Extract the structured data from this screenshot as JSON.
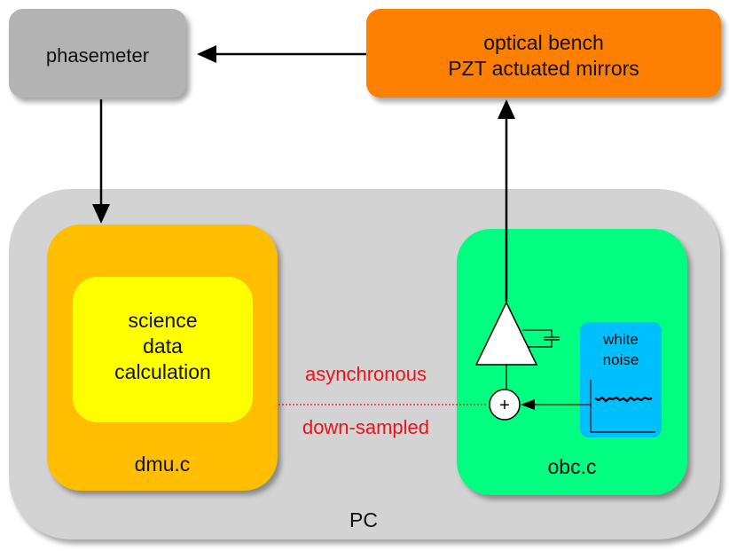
{
  "nodes": {
    "phasemeter": "phasemeter",
    "optical_bench_line1": "optical bench",
    "optical_bench_line2": "PZT actuated mirrors",
    "pc": "PC",
    "dmu": "dmu.c",
    "obc": "obc.c",
    "science_line1": "science",
    "science_line2": "data",
    "science_line3": "calculation",
    "white_noise_line1": "white",
    "white_noise_line2": "noise",
    "sum_symbol": "+"
  },
  "link_labels": {
    "top": "asynchronous",
    "bottom": "down-sampled"
  },
  "colors": {
    "phasemeter": "#b3b3b3",
    "optical_bench": "#ff7f00",
    "pc": "#d3d3d3",
    "dmu": "#ffbf00",
    "science": "#ffff00",
    "obc": "#00ff80",
    "white_noise": "#00bfff",
    "link_label": "#e8141a"
  }
}
